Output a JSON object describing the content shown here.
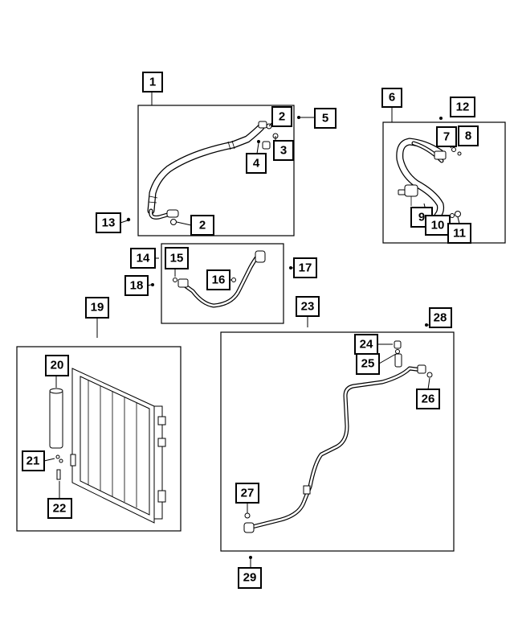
{
  "callouts": [
    {
      "id": "c1",
      "label": "1"
    },
    {
      "id": "c2a",
      "label": "2"
    },
    {
      "id": "c2b",
      "label": "2"
    },
    {
      "id": "c3",
      "label": "3"
    },
    {
      "id": "c4",
      "label": "4"
    },
    {
      "id": "c5",
      "label": "5"
    },
    {
      "id": "c6",
      "label": "6"
    },
    {
      "id": "c7",
      "label": "7"
    },
    {
      "id": "c8",
      "label": "8"
    },
    {
      "id": "c9",
      "label": "9"
    },
    {
      "id": "c10",
      "label": "10"
    },
    {
      "id": "c11",
      "label": "11"
    },
    {
      "id": "c12",
      "label": "12"
    },
    {
      "id": "c13",
      "label": "13"
    },
    {
      "id": "c14",
      "label": "14"
    },
    {
      "id": "c15",
      "label": "15"
    },
    {
      "id": "c16",
      "label": "16"
    },
    {
      "id": "c17",
      "label": "17"
    },
    {
      "id": "c18",
      "label": "18"
    },
    {
      "id": "c19",
      "label": "19"
    },
    {
      "id": "c20",
      "label": "20"
    },
    {
      "id": "c21",
      "label": "21"
    },
    {
      "id": "c22",
      "label": "22"
    },
    {
      "id": "c23",
      "label": "23"
    },
    {
      "id": "c24",
      "label": "24"
    },
    {
      "id": "c25",
      "label": "25"
    },
    {
      "id": "c26",
      "label": "26"
    },
    {
      "id": "c27",
      "label": "27"
    },
    {
      "id": "c28",
      "label": "28"
    },
    {
      "id": "c29",
      "label": "29"
    }
  ]
}
